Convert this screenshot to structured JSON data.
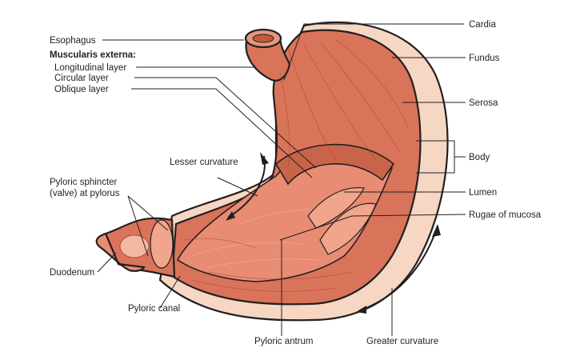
{
  "labels": {
    "esophagus": "Esophagus",
    "muscularis_externa": "Muscularis externa:",
    "longitudinal_layer": "Longitudinal layer",
    "circular_layer": "Circular layer",
    "oblique_layer": "Oblique layer",
    "lesser_curvature": "Lesser curvature",
    "pyloric_sphincter_1": "Pyloric sphincter",
    "pyloric_sphincter_2": "(valve) at pylorus",
    "duodenum": "Duodenum",
    "pyloric_canal": "Pyloric canal",
    "pyloric_antrum": "Pyloric antrum",
    "greater_curvature": "Greater curvature",
    "cardia": "Cardia",
    "fundus": "Fundus",
    "serosa": "Serosa",
    "body": "Body",
    "lumen": "Lumen",
    "rugae": "Rugae of mucosa"
  },
  "colors": {
    "muscle": "#d9735a",
    "muscle_dark": "#c25a40",
    "mucosa": "#e88c73",
    "serosa": "#f6d7c3",
    "outline": "#231f20"
  }
}
